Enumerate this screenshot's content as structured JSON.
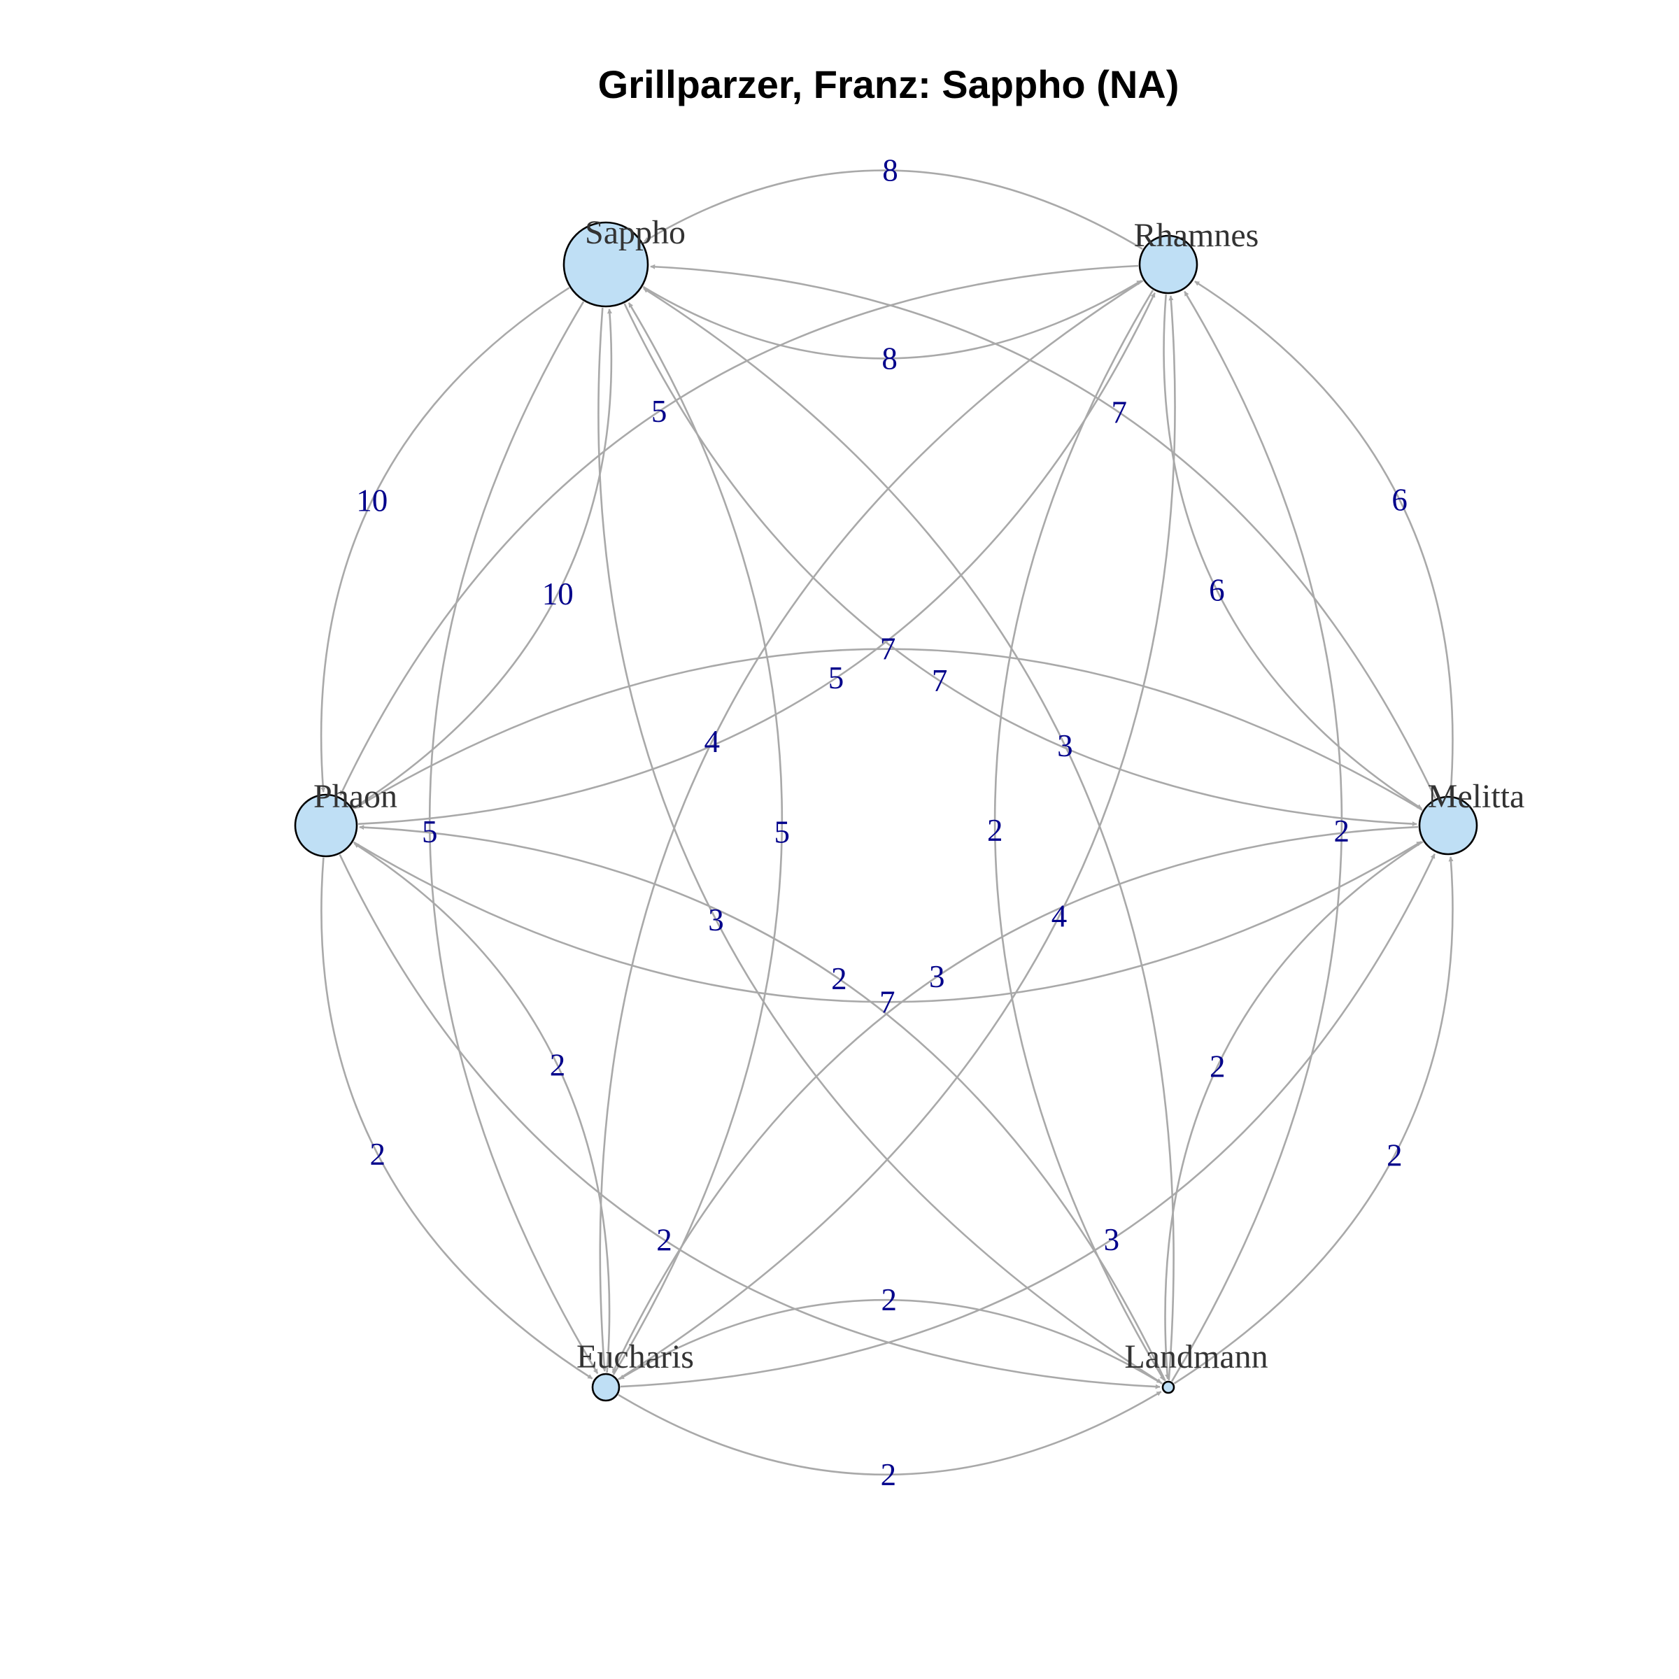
{
  "title": "Grillparzer, Franz: Sappho (NA)",
  "colors": {
    "node_fill": "#bfdff5",
    "node_stroke": "#000000",
    "edge": "#a9a9a9",
    "edge_label": "#00008b",
    "node_label": "#333333"
  },
  "nodes": [
    {
      "id": "sappho",
      "label": "Sappho"
    },
    {
      "id": "rhamnes",
      "label": "Rhamnes"
    },
    {
      "id": "melitta",
      "label": "Melitta"
    },
    {
      "id": "landmann",
      "label": "Landmann"
    },
    {
      "id": "eucharis",
      "label": "Eucharis"
    },
    {
      "id": "phaon",
      "label": "Phaon"
    }
  ],
  "edges": [
    {
      "from": "sappho",
      "to": "rhamnes",
      "weight": "8"
    },
    {
      "from": "rhamnes",
      "to": "sappho",
      "weight": "8"
    },
    {
      "from": "sappho",
      "to": "melitta",
      "weight": "7"
    },
    {
      "from": "melitta",
      "to": "sappho",
      "weight": "7"
    },
    {
      "from": "sappho",
      "to": "landmann",
      "weight": "3"
    },
    {
      "from": "landmann",
      "to": "sappho",
      "weight": "3"
    },
    {
      "from": "sappho",
      "to": "eucharis",
      "weight": "5"
    },
    {
      "from": "eucharis",
      "to": "sappho",
      "weight": "5"
    },
    {
      "from": "sappho",
      "to": "phaon",
      "weight": "10"
    },
    {
      "from": "phaon",
      "to": "sappho",
      "weight": "10"
    },
    {
      "from": "rhamnes",
      "to": "melitta",
      "weight": "6"
    },
    {
      "from": "melitta",
      "to": "rhamnes",
      "weight": "6"
    },
    {
      "from": "rhamnes",
      "to": "landmann",
      "weight": "2"
    },
    {
      "from": "landmann",
      "to": "rhamnes",
      "weight": "2"
    },
    {
      "from": "rhamnes",
      "to": "eucharis",
      "weight": "4"
    },
    {
      "from": "eucharis",
      "to": "rhamnes",
      "weight": "4"
    },
    {
      "from": "rhamnes",
      "to": "phaon",
      "weight": "5"
    },
    {
      "from": "phaon",
      "to": "rhamnes",
      "weight": "5"
    },
    {
      "from": "melitta",
      "to": "landmann",
      "weight": "2"
    },
    {
      "from": "landmann",
      "to": "melitta",
      "weight": "2"
    },
    {
      "from": "melitta",
      "to": "eucharis",
      "weight": "3"
    },
    {
      "from": "eucharis",
      "to": "melitta",
      "weight": "3"
    },
    {
      "from": "melitta",
      "to": "phaon",
      "weight": "7"
    },
    {
      "from": "phaon",
      "to": "melitta",
      "weight": "7"
    },
    {
      "from": "landmann",
      "to": "eucharis",
      "weight": "2"
    },
    {
      "from": "eucharis",
      "to": "landmann",
      "weight": "2"
    },
    {
      "from": "landmann",
      "to": "phaon",
      "weight": "2"
    },
    {
      "from": "phaon",
      "to": "landmann",
      "weight": "2"
    },
    {
      "from": "eucharis",
      "to": "phaon",
      "weight": "2"
    },
    {
      "from": "phaon",
      "to": "eucharis",
      "weight": "2"
    }
  ]
}
